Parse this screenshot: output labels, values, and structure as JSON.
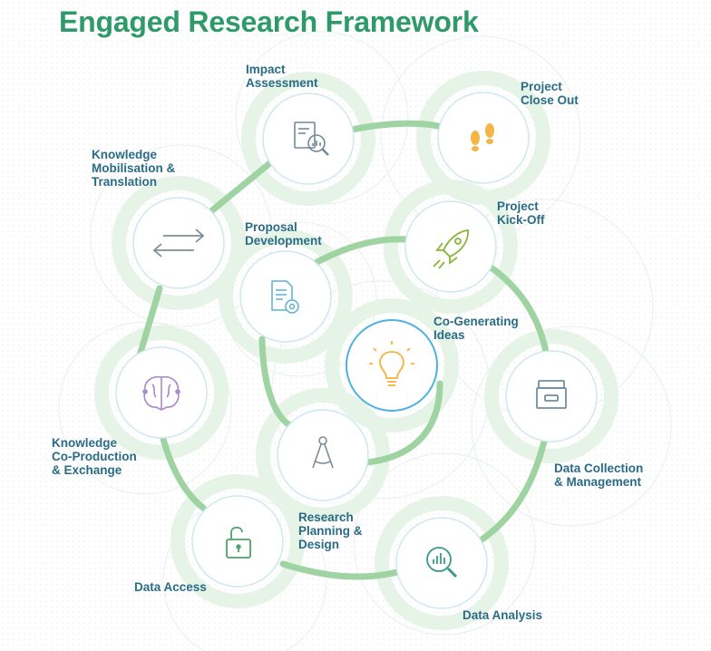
{
  "title": "Engaged Research Framework",
  "colors": {
    "title": "#2e9a6a",
    "labels": "#2a6c85",
    "path": "#9fd3a2",
    "halo": "#e7f3e8",
    "node_border": "#cfe7ef",
    "focus_border": "#4cb3e0"
  },
  "nodes": [
    {
      "id": "impact",
      "label": "Impact\nAssessment",
      "icon": "report-magnifier-icon"
    },
    {
      "id": "closeout",
      "label": "Project\nClose Out",
      "icon": "footprints-icon"
    },
    {
      "id": "kmt",
      "label": "Knowledge\nMobilisation &\nTranslation",
      "icon": "exchange-arrows-icon"
    },
    {
      "id": "proposal",
      "label": "Proposal\nDevelopment",
      "icon": "document-gear-icon"
    },
    {
      "id": "kickoff",
      "label": "Project\nKick-Off",
      "icon": "rocket-icon"
    },
    {
      "id": "cogen",
      "label": "Co-Generating\nIdeas",
      "icon": "lightbulb-icon"
    },
    {
      "id": "kcpe",
      "label": "Knowledge\nCo-Production\n& Exchange",
      "icon": "brain-icon"
    },
    {
      "id": "datacoll",
      "label": "Data Collection\n& Management",
      "icon": "archive-box-icon"
    },
    {
      "id": "rpd",
      "label": "Research\nPlanning &\nDesign",
      "icon": "compass-icon"
    },
    {
      "id": "access",
      "label": "Data Access",
      "icon": "padlock-icon"
    },
    {
      "id": "analysis",
      "label": "Data Analysis",
      "icon": "chart-magnifier-icon"
    }
  ]
}
